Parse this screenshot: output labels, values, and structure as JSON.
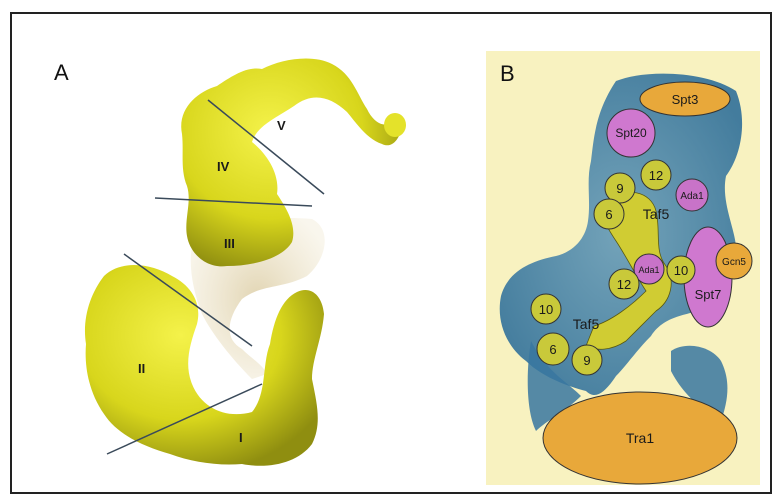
{
  "panel_a": {
    "label": "A",
    "regions": [
      "V",
      "IV",
      "III",
      "II",
      "I"
    ]
  },
  "panel_b": {
    "label": "B",
    "subunits": {
      "spt3": "Spt3",
      "spt20": "Spt20",
      "n12_top": "12",
      "n9_top": "9",
      "ada1_top": "Ada1",
      "n6_top": "6",
      "taf5_top": "Taf5",
      "ada1_mid": "Ada1",
      "n10_mid": "10",
      "gcn5": "Gcn5",
      "spt7": "Spt7",
      "n12_low": "12",
      "n10_low": "10",
      "taf5_low": "Taf5",
      "n6_low": "6",
      "n9_low": "9",
      "tra1": "Tra1"
    }
  },
  "colors": {
    "density_yellow": "#d9d91e",
    "panel_b_bg": "#f8f2c0",
    "blue_envelope": "#3f7fa6",
    "orange": "#e8a83a",
    "magenta": "#c873c8",
    "olive": "#c9c93a"
  }
}
